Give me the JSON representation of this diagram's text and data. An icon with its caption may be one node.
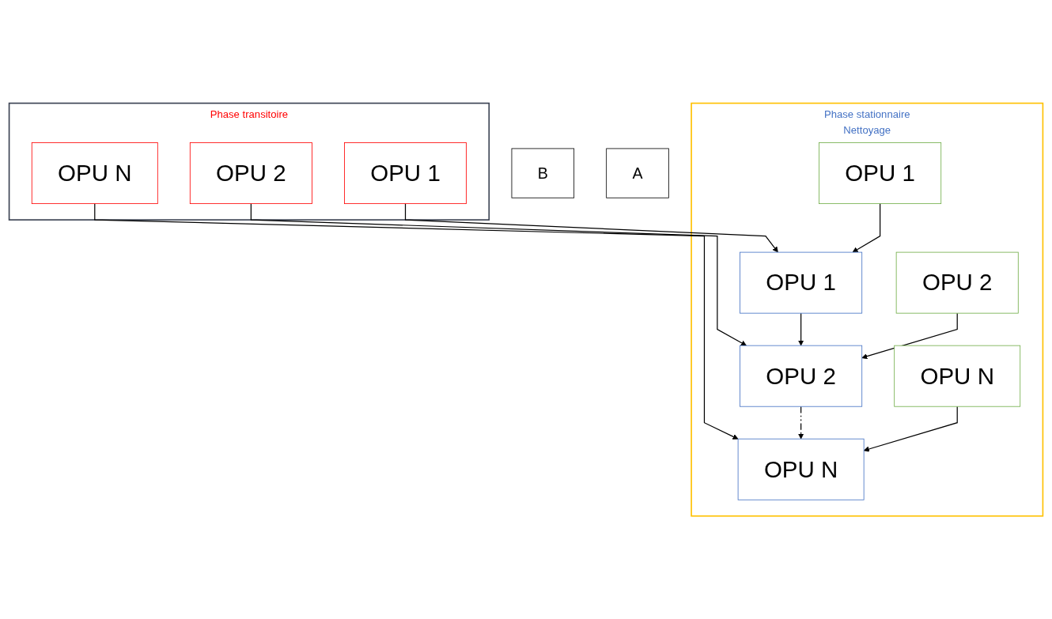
{
  "diagram": {
    "nodes": [
      {
        "text": [
          "Phase transitoire"
        ]
      },
      {
        "text": [
          "OPU 1"
        ],
        "in": 0
      },
      {
        "text": [
          "OPU 2"
        ],
        "in": 0
      },
      {
        "text": [
          "OPU N"
        ],
        "in": 0
      },
      {
        "text": [
          "B"
        ]
      },
      {
        "text": [
          "Phase stationnaire",
          "Nettoyage"
        ]
      },
      {
        "text": [
          "OPU 1"
        ],
        "in": 5
      },
      {
        "text": [
          "OPU 2"
        ],
        "in": 5
      },
      {
        "text": [
          "OPU N"
        ],
        "in": 5
      },
      {
        "text": [
          "OPU 1"
        ],
        "in": 5
      },
      {
        "text": [
          "OPU 2"
        ],
        "in": 5
      },
      {
        "text": [
          "OPU N"
        ],
        "in": 5
      },
      {
        "text": [
          "A"
        ]
      }
    ],
    "edges": [
      {
        "from": 1,
        "to": 6,
        "arrow": "to"
      },
      {
        "from": 2,
        "to": 7,
        "arrow": "to"
      },
      {
        "from": 3,
        "to": 8,
        "arrow": "to"
      },
      {
        "from": 6,
        "to": 7,
        "arrow": "to"
      },
      {
        "from": 7,
        "to": 8,
        "arrow": "to",
        "style": "dashed"
      },
      {
        "from": 9,
        "to": 6,
        "arrow": "to"
      },
      {
        "from": 10,
        "to": 7,
        "arrow": "to"
      },
      {
        "from": 11,
        "to": 8,
        "arrow": "to"
      }
    ]
  }
}
